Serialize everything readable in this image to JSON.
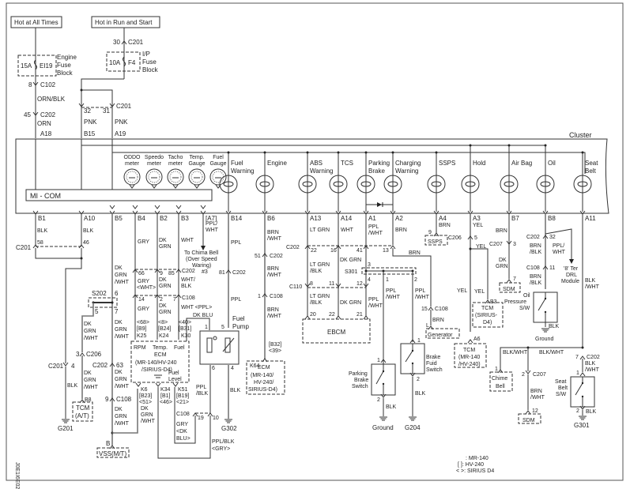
{
  "power": {
    "hot_at_all_times": "Hot at All Times",
    "hot_in_run_and_start": "Hot in Run and Start"
  },
  "fuses": {
    "engine": {
      "amps": "15A",
      "id": "EI19",
      "label1": "Engine",
      "label2": "Fuse",
      "label3": "Block"
    },
    "ip": {
      "amps": "10A",
      "id": "F4",
      "label1": "I/P",
      "label2": "Fuse",
      "label3": "Block"
    }
  },
  "top_connectors": {
    "c201_top": {
      "pin": "30",
      "name": "C201"
    },
    "c102": {
      "pin": "8",
      "name": "C102"
    },
    "orn_blk": "ORN/BLK",
    "c202": {
      "pin": "45",
      "name": "C202"
    },
    "orn": "ORN",
    "c201_pins": {
      "p1": "32",
      "p2": "31",
      "name": "C201"
    },
    "pnk1": "PNK",
    "pnk2": "PNK",
    "a18": "A18",
    "b15": "B15",
    "a19": "A19"
  },
  "cluster": {
    "title": "Cluster",
    "micom": "MI - COM",
    "gauges": [
      {
        "l1": "ODDO",
        "l2": "meter"
      },
      {
        "l1": "Speedo",
        "l2": "meter"
      },
      {
        "l1": "Tacho",
        "l2": "meter"
      },
      {
        "l1": "Temp.",
        "l2": "Gauge"
      },
      {
        "l1": "Fuel",
        "l2": "Gauge"
      }
    ],
    "lamps": [
      {
        "l1": "Fuel",
        "l2": "Warning"
      },
      {
        "l1": "Engine",
        "l2": ""
      },
      {
        "l1": "ABS",
        "l2": "Warning"
      },
      {
        "l1": "TCS",
        "l2": ""
      },
      {
        "l1": "Parking",
        "l2": "Brake"
      },
      {
        "l1": "Charging",
        "l2": "Warning"
      },
      {
        "l1": "SSPS",
        "l2": ""
      },
      {
        "l1": "Hold",
        "l2": ""
      },
      {
        "l1": "Air Bag",
        "l2": ""
      },
      {
        "l1": "Oil",
        "l2": ""
      },
      {
        "l1": "Seat",
        "l2": "Belt"
      }
    ],
    "bottom_pins": [
      "B1",
      "A10",
      "B5",
      "B4",
      "B2",
      "B3",
      "[A7]",
      "B14",
      "B6",
      "A13",
      "A14",
      "A1",
      "A2",
      "A4",
      "A3",
      "B7",
      "B8",
      "A11"
    ]
  },
  "wires": {
    "b1": "BLK",
    "a10": "BLK",
    "b4": "GRY",
    "b2_1": "DK",
    "b2_2": "GRN",
    "b3": "WHT",
    "a7_1": "PPL/",
    "a7_2": "WHT",
    "chime_note": [
      "To Chima Bell",
      "(Over Speed",
      "Waring)"
    ],
    "chime_ref": "#3",
    "b14": "PPL",
    "b14_b": "PPL",
    "b6_1": "BRN",
    "b6_2": "/WHT",
    "a13": "LT GRN",
    "a14": "WHT",
    "a1_1": "PPL",
    "a1_2": "/WHT",
    "a2": "BRN",
    "a4": "BRN",
    "a3": "YEL",
    "b7": "BRN",
    "b8_1": "BRN",
    "b8_2": "/BLK",
    "a11_1": "BLK",
    "a11_2": "/WHT"
  },
  "left": {
    "c201_58": "58",
    "c201_46": "46",
    "c201": "C201",
    "dk_grn_wht": [
      "DK",
      "GRN",
      "/WHT"
    ],
    "s202": "S202",
    "s202_p6": "6",
    "s202_p5": "5",
    "s202_p7": "7",
    "c206": {
      "pin": "3",
      "name": "C206"
    },
    "c201_4": {
      "name": "C201",
      "pin": "4"
    },
    "blk": "BLK",
    "g201": "G201",
    "tcm_pin": "B8",
    "tcm": [
      "TCM",
      "(A/T)"
    ],
    "c202_63": {
      "name": "C202",
      "pin": "63"
    },
    "c108_9": {
      "pin": "9",
      "name": "C108"
    },
    "vss_pin": "B",
    "vss": "VSS(M/T)",
    "doc_id": "J0E1I6E02"
  },
  "mid_left": {
    "c202_66": "66",
    "c202_9": "9",
    "c202_85": "85",
    "c202_name": "C202",
    "gry_wht": [
      "GRY",
      "<WHT>"
    ],
    "dk_grn": [
      "DK",
      "GRN"
    ],
    "wht_blk": [
      "WHT/",
      "BLK"
    ],
    "c108_14": "14",
    "c108_2": "2",
    "c108_7": "7",
    "c108_name": "C108",
    "gry": "GRY",
    "dk_grn2": [
      "DK",
      "GRN"
    ],
    "wht_ppl": "WHT <PPL>",
    "k25": [
      "<68>",
      "[B9]",
      "K25"
    ],
    "k24": [
      "<8>",
      "[B24]",
      "K24"
    ],
    "k30": [
      "<40>",
      "[B31]",
      "K30"
    ],
    "dk_blu": "DK BLU",
    "ecm_labels": [
      "RPM",
      "Temp.",
      "Fuel"
    ],
    "ecm": [
      "ECM",
      "(MR-140/HV-240",
      "/SIRIUS-D4)"
    ],
    "fuel_level": [
      "Fuel",
      "Level"
    ],
    "k6": [
      "K6",
      "[B23]",
      "<51>"
    ],
    "k34": [
      "K34",
      "[B1]",
      "<46>"
    ],
    "k51": [
      "K51",
      "[B19]",
      "<21>"
    ],
    "k6_wire": [
      "DK",
      "GRN",
      "/WHT"
    ],
    "c108_19": "19",
    "c108_10": "10",
    "c108b": "C108",
    "gry_dk_blu": [
      "GRY",
      "<DK",
      "BLU>"
    ],
    "ppl_blk": [
      "PPL",
      "/BLK"
    ],
    "ppl_blk_gry": [
      "PPL/BLK",
      "<GRY>"
    ],
    "fuel_pump": [
      "Fuel",
      "Pump"
    ],
    "pump_pins": {
      "p1": "1",
      "p5": "5",
      "p6": "6",
      "p4": "4"
    },
    "c202_81": {
      "pin": "81",
      "name": "C202"
    },
    "blk": "BLK",
    "g302": "G302"
  },
  "engine_branch": {
    "c202": {
      "pin": "51",
      "name": "C202"
    },
    "c108": {
      "pin": "1",
      "name": "C108"
    },
    "wire": [
      "BRN",
      "/WHT"
    ],
    "k64": "K64",
    "k64_alt": [
      "[B32]",
      "<39>"
    ],
    "ecm": [
      "ECM",
      "(MR-140/",
      "HV-240/",
      "SIRIUS-D4)"
    ]
  },
  "abs": {
    "c202": "C202",
    "c202_22": "22",
    "c202_16": "16",
    "c202_41": "41",
    "c202_13": "13",
    "lt_grn_blk": [
      "LT GRN",
      "/BLK"
    ],
    "dk_grn": "DK GRN",
    "s301": "S301",
    "s301_3": "3",
    "s301_4": "4",
    "s301_1": "1",
    "s301_2": "2",
    "c110": "C110",
    "c110_8": "8",
    "c110_11": "11",
    "c110_12": "12",
    "lt_grn_blk2": [
      "LT GRN",
      "/BLK"
    ],
    "dk_grn2": "DK GRN",
    "ppl_wht": [
      "PPL",
      "/WHT"
    ],
    "ebcm_20": "20",
    "ebcm_22": "22",
    "ebcm_21": "21",
    "ebcm": "EBCM",
    "ppl_wht_a": [
      "PPL",
      "/WHT"
    ],
    "ppl_wht_b": [
      "PPL",
      "/WHT"
    ],
    "brn": "BRN",
    "c108": {
      "pin": "15",
      "name": "C108"
    },
    "brn2": "BRN",
    "gen_pin": "L",
    "generator": "Generator"
  },
  "switches": {
    "parking": {
      "label": [
        "Parking",
        "Brake",
        "Switch"
      ],
      "p1": "1",
      "p2": "2",
      "wire": "BLK",
      "ground": "Ground"
    },
    "brake_fluid": {
      "label": [
        "Brake",
        "Fuid",
        "Switch"
      ],
      "p1": "1",
      "p2": "2",
      "wire": "BLK",
      "ground": "G204"
    }
  },
  "right": {
    "ssps_pin": "9",
    "ssps": "SSPS",
    "c206": {
      "name": "C206",
      "pin": "5"
    },
    "yel": "YEL",
    "yel2": "YEL",
    "yel3": "YEL",
    "tcm_sirius_pin": "B3",
    "tcm_sirius": [
      "TCM",
      "(SIRIUS-",
      "D4)"
    ],
    "tcm_mr_pin": "A6",
    "tcm_mr": [
      "TCM",
      "(MR-140",
      "/HV-240)"
    ],
    "c207": {
      "name": "C207",
      "pin": "3"
    },
    "dk_grn": [
      "DK",
      "GRN"
    ],
    "sdm_pin": "7",
    "sdm": "SDM",
    "c202_32": {
      "name": "C202",
      "pin": "32"
    },
    "ppl_wht": [
      "PPL/",
      "WHT"
    ],
    "drl": [
      "'8' Ter",
      "DRL",
      "Module"
    ],
    "brn_blk": [
      "BRN",
      "/BLK"
    ],
    "c108_11": {
      "name": "C108",
      "pin": "11"
    },
    "brn_blk2": [
      "BRN",
      "/BLK"
    ],
    "oil": [
      "Oil",
      "Pressure",
      "S/W"
    ],
    "oil_blk": "BLK",
    "oil_ground": "Ground",
    "blk_wht_1": "BLK/WHT",
    "blk_wht_2": "BLK/WHT",
    "chime_pin": "1",
    "chime": [
      "Chime",
      "Bell"
    ],
    "c207_2": {
      "pin": "2",
      "name": "C207"
    },
    "brn_wht": [
      "BRN",
      "/WHT"
    ],
    "sdm2_pin": "12",
    "sdm2": "SDM",
    "c202_7": {
      "pin": "7",
      "name": "C202"
    },
    "blk_wht3": [
      "BLK",
      "/WHT"
    ],
    "seat": [
      "Seat",
      "Belt",
      "S/W"
    ],
    "seat_p1": "1",
    "seat_p2": "2",
    "seat_blk": "BLK",
    "g301": "G301",
    "a11_wire": [
      "BLK",
      "/WHT"
    ]
  },
  "legend": {
    "l1": ": MR-140",
    "l2": "[ ]: HV-240",
    "l3": "< >: SIRIUS D4"
  }
}
